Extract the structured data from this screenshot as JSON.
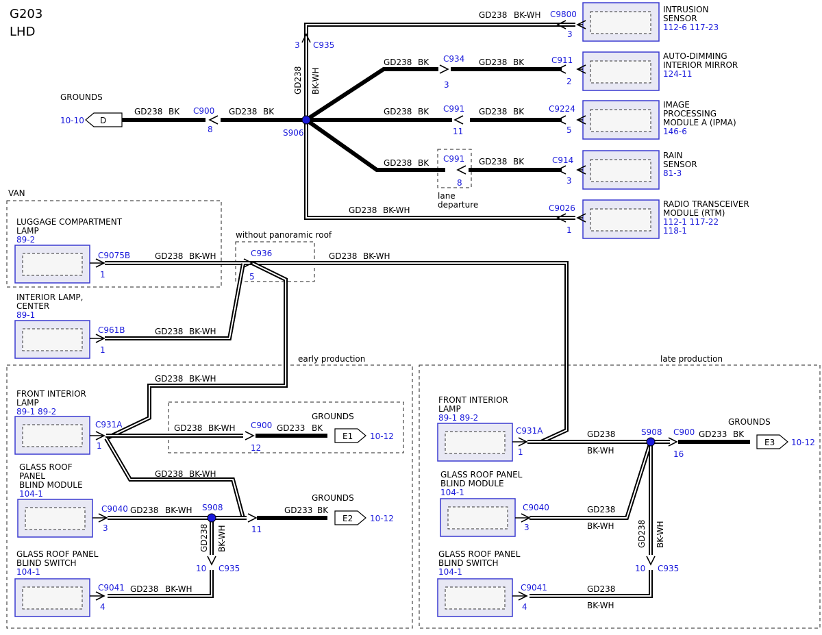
{
  "header": {
    "model": "G203",
    "variant": "LHD"
  },
  "wires": {
    "w1": "GD238",
    "bkwh": "BK-WH",
    "bk": "BK",
    "w2": "GD233"
  },
  "grounds": {
    "label": "GROUNDS",
    "d": {
      "tag": "D",
      "ref": "10-10"
    },
    "e1": {
      "tag": "E1",
      "ref": "10-12"
    },
    "e2": {
      "tag": "E2",
      "ref": "10-12"
    },
    "e3": {
      "tag": "E3",
      "ref": "10-12"
    }
  },
  "splices": {
    "s906": "S906",
    "s908": "S908"
  },
  "connectors": {
    "c900": "C900",
    "c935": "C935",
    "c934": "C934",
    "c991": "C991",
    "c9800": "C9800",
    "c911": "C911",
    "c9224": "C9224",
    "c914": "C914",
    "c9026": "C9026",
    "c9075b": "C9075B",
    "c961b": "C961B",
    "c936": "C936",
    "c931a": "C931A",
    "c9040": "C9040",
    "c9041": "C9041"
  },
  "pins": {
    "p1": "1",
    "p2": "2",
    "p3": "3",
    "p4": "4",
    "p5": "5",
    "p8": "8",
    "p10": "10",
    "p11": "11",
    "p12": "12",
    "p16": "16"
  },
  "components": {
    "intrusion": {
      "name1": "INTRUSION",
      "name2": "SENSOR",
      "ref": "112-6  117-23"
    },
    "mirror": {
      "name1": "AUTO-DIMMING",
      "name2": "INTERIOR MIRROR",
      "ref": "124-11"
    },
    "ipma": {
      "name1": "IMAGE",
      "name2": "PROCESSING",
      "name3": "MODULE A (IPMA)",
      "ref": "146-6"
    },
    "rain": {
      "name1": "RAIN",
      "name2": "SENSOR",
      "ref": "81-3"
    },
    "rtm": {
      "name1": "RADIO TRANSCEIVER",
      "name2": "MODULE (RTM)",
      "ref1": "112-1  117-22",
      "ref2": "118-1"
    },
    "luggage": {
      "name1": "LUGGAGE COMPARTMENT",
      "name2": "LAMP",
      "ref": "89-2"
    },
    "center": {
      "name1": "INTERIOR LAMP,",
      "name2": "CENTER",
      "ref": "89-1"
    },
    "front": {
      "name1": "FRONT INTERIOR",
      "name2": "LAMP",
      "ref": "89-1  89-2"
    },
    "blind_module": {
      "name1": "GLASS ROOF",
      "name2": "PANEL",
      "name3": "BLIND MODULE",
      "name_r": "GLASS ROOF PANEL",
      "ref": "104-1"
    },
    "blind_switch": {
      "name1": "GLASS ROOF PANEL",
      "name2": "BLIND SWITCH",
      "ref": "104-1"
    }
  },
  "notes": {
    "van": "VAN",
    "no_roof": "without panoramic roof",
    "lane1": "lane",
    "lane2": "departure",
    "early": "early production",
    "late": "late production"
  },
  "colors": {
    "connector_blue": "#1a1adb",
    "wire": "#000000",
    "box_border": "#3a3ad0"
  }
}
